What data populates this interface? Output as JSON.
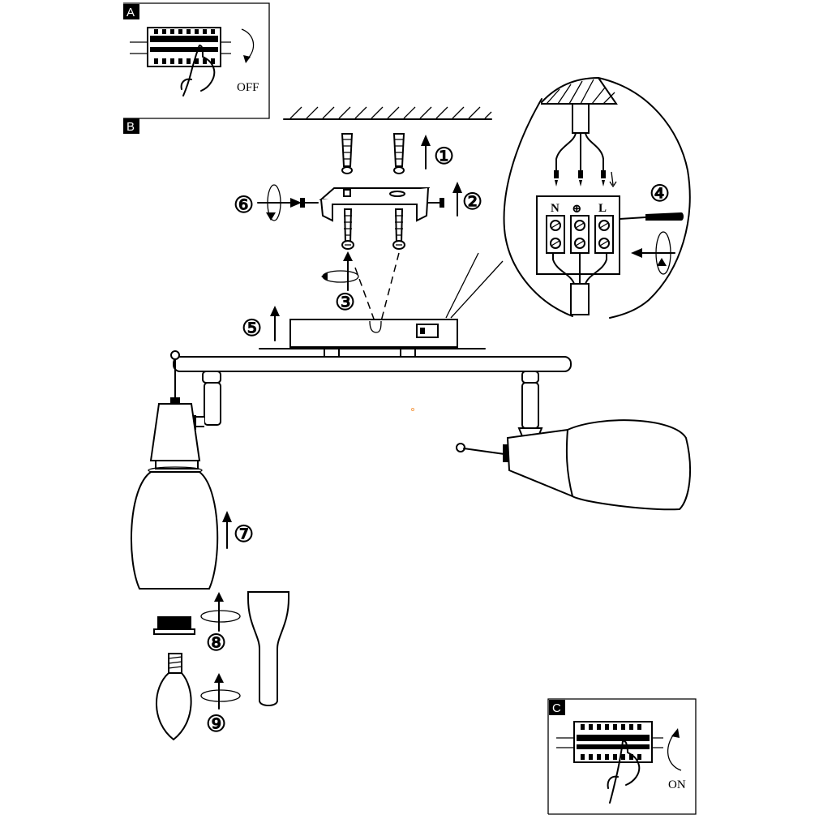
{
  "panels": {
    "a": {
      "tag": "A",
      "state": "OFF"
    },
    "b": {
      "tag": "B"
    },
    "c": {
      "tag": "C",
      "state": "ON"
    }
  },
  "steps": {
    "s1": "①",
    "s2": "②",
    "s3": "③",
    "s4": "④",
    "s5": "⑤",
    "s6": "⑥",
    "s7": "⑦",
    "s8": "⑧",
    "s9": "⑨"
  },
  "terminals": {
    "n": "N",
    "earth": "⊕",
    "l": "L"
  },
  "icons": [
    "circuit-breaker-icon",
    "hand-icon",
    "screwdriver-icon",
    "wall-plug-icon",
    "screw-icon",
    "bulb-icon",
    "switch-icon",
    "rotation-arrow-icon"
  ]
}
